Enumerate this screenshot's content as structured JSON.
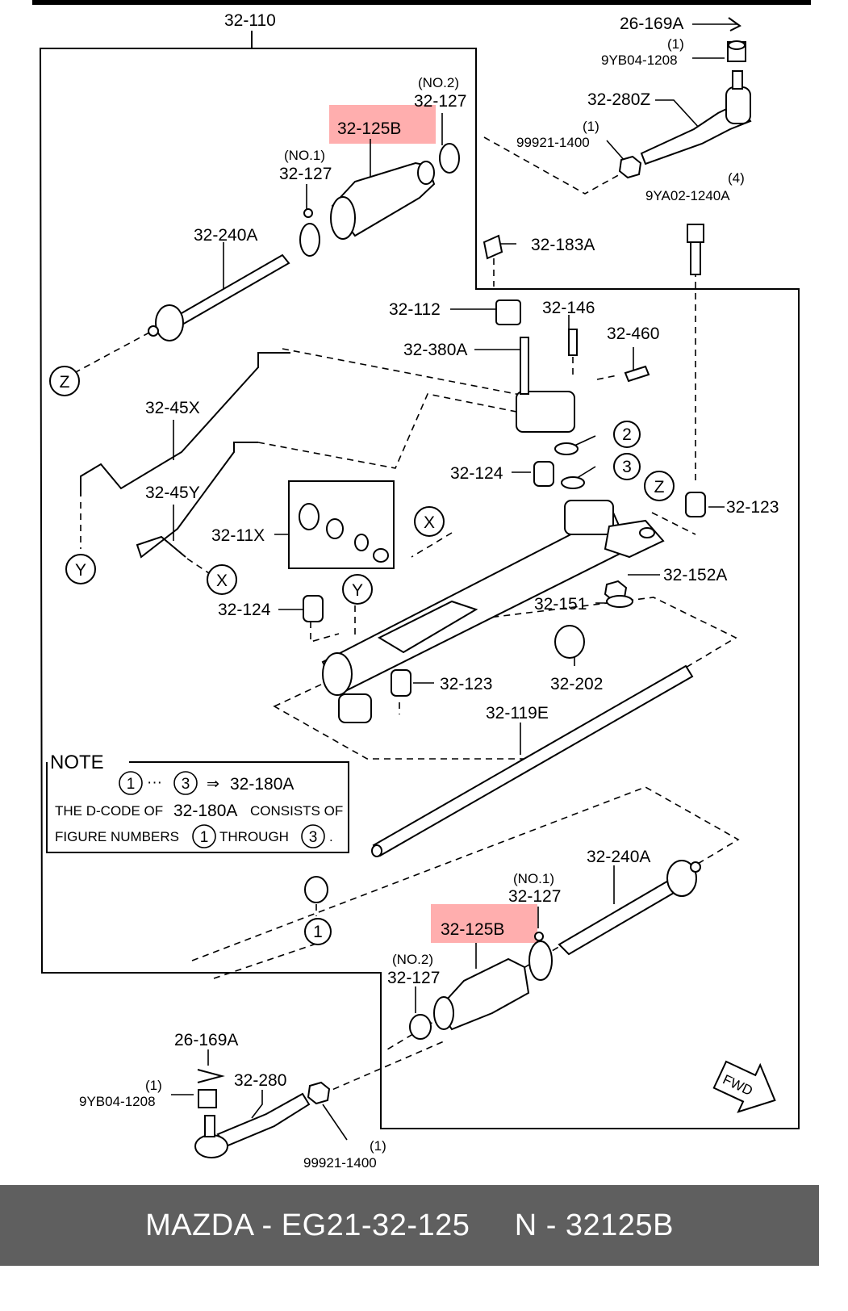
{
  "labels": {
    "assy": "32-110",
    "clip_top": "26-169A",
    "qty_nut_top": "(1)",
    "nut_top": "9YB04-1208",
    "tie_rod_end_r": "32-280Z",
    "qty_lock_top": "(1)",
    "locknut_top": "99921-1400",
    "qty_bolt": "(4)",
    "bolt": "9YA02-1240A",
    "no2_top": "(NO.2)",
    "clamp_no2_top": "32-127",
    "boot_top": "32-125B",
    "no1_top": "(NO.1)",
    "clamp_no1_top": "32-127",
    "tie_rod_top": "32-240A",
    "bracket": "32-183A",
    "seal_112": "32-112",
    "bolt_146": "32-146",
    "pinion": "32-380A",
    "valve": "32-460",
    "pipe_x": "32-45X",
    "pipe_y": "32-45Y",
    "circle_2": "2",
    "circle_3": "3",
    "bush_124_a": "32-124",
    "bush_123_a": "32-123",
    "kit": "32-11X",
    "nut_152": "32-152A",
    "cap_151": "32-151",
    "bush_124_b": "32-124",
    "bush_123_b": "32-123",
    "seal_202": "32-202",
    "rack": "32-119E",
    "ref_z1": "Z",
    "ref_z2": "Z",
    "ref_x1": "X",
    "ref_x2": "X",
    "ref_y1": "Y",
    "ref_y2": "Y",
    "tie_rod_bottom": "32-240A",
    "no1_bottom": "(NO.1)",
    "clamp_no1_bottom": "32-127",
    "boot_bottom": "32-125B",
    "no2_bottom": "(NO.2)",
    "clamp_no2_bottom": "32-127",
    "circle_1": "1",
    "clip_bottom": "26-169A",
    "qty_nut_bottom": "(1)",
    "nut_bottom": "9YB04-1208",
    "tie_rod_end_l": "32-280",
    "qty_lock_bottom": "(1)",
    "locknut_bottom": "99921-1400",
    "fwd": "FWD"
  },
  "note": {
    "title": "NOTE",
    "c1": "1",
    "dots": "···",
    "c3": "3",
    "arrow": "⇒",
    "code": "32-180A",
    "line2a": "THE D-CODE OF",
    "line2b": "32-180A",
    "line2c": "CONSISTS OF",
    "line3a": "FIGURE NUMBERS",
    "line3b": "1",
    "line3c": "THROUGH",
    "line3d": "3",
    "line3e": "."
  },
  "footer": {
    "brand_part": "MAZDA - EG21-32-125",
    "alt_part": "N - 32125B"
  },
  "colors": {
    "highlight": "#ff6b6b",
    "footer_bg": "#5f5f5f",
    "footer_text": "#ffffff"
  }
}
